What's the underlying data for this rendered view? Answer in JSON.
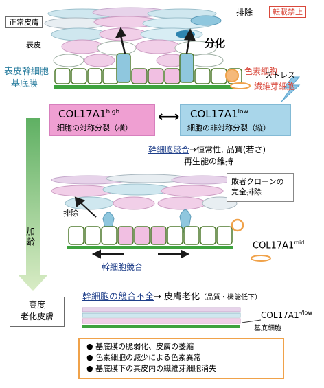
{
  "labels": {
    "normal_skin": "正常皮膚",
    "excretion_top": "排除",
    "no_reproduction": "転載禁止",
    "epidermis": "表皮",
    "differentiation": "分化",
    "epidermal_stem_cell": "表皮幹細胞",
    "basement_membrane": "基底膜",
    "pigment_cell": "色素細胞",
    "fibroblast": "繊維芽細胞",
    "stress": "ストレス",
    "high_title": "COL17A1",
    "high_sup": "high",
    "high_sub": "細胞の対称分裂（横）",
    "low_title": "COL17A1",
    "low_sup": "low",
    "low_sub": "細胞の非対称分裂（縦）",
    "competition_line1_link": "幹細胞競合",
    "competition_line1_rest": "→恒常性, 品質(若さ)",
    "competition_line2": "再生能の維持",
    "loser_clone": "敗者クローンの\n完全排除",
    "aging": "加齢",
    "excretion_mid": "排除",
    "competition_mid": "幹細胞競合",
    "mid_title": "COL17A1",
    "mid_sup": "mid",
    "aged_skin": "高度\n老化皮膚",
    "bottom_line_link": "幹細胞の競合不全",
    "bottom_line_rest": "→ 皮膚老化",
    "bottom_line_paren": "（品質・機能低下）",
    "neg_title": "COL17A1",
    "neg_sup": "-/low",
    "basal_cell": "基底細胞"
  },
  "bullets": [
    "基底膜の脆弱化、皮膚の萎縮",
    "色素細胞の減少による色素異常",
    "基底膜下の真皮内の繊維芽細胞消失"
  ],
  "colors": {
    "high_box": "#ef9fd2",
    "low_box": "#a9d6ea",
    "stem_label": "#2d7fa0",
    "membrane": "#3ea23e",
    "accent_orange": "#f0a24a",
    "tag_red": "#d9483b"
  }
}
